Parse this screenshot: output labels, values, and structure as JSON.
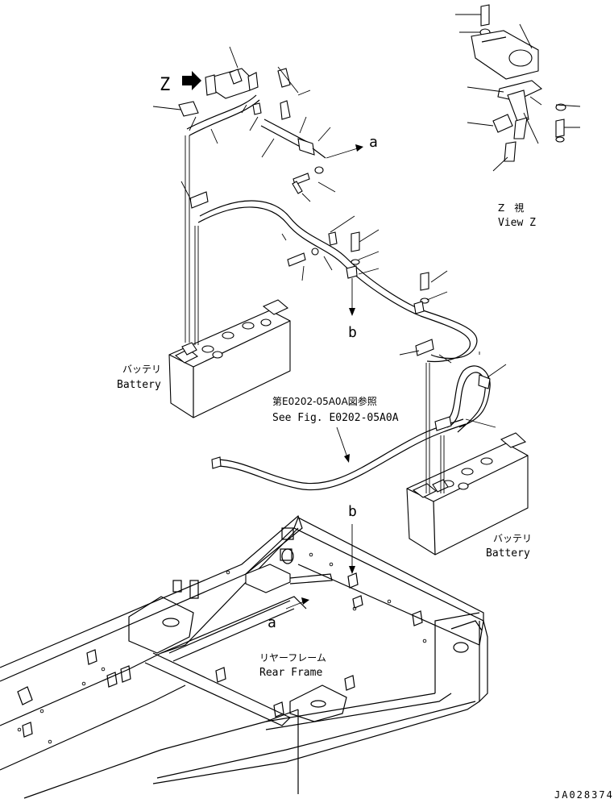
{
  "view_z": {
    "jp": "Z　視",
    "en": "View Z"
  },
  "battery_left": {
    "jp": "バッテリ",
    "en": "Battery"
  },
  "battery_right": {
    "jp": "バッテリ",
    "en": "Battery"
  },
  "reference": {
    "jp": "第E0202-05A0A図参照",
    "en": "See Fig. E0202-05A0A"
  },
  "rear_frame": {
    "jp": "リヤーフレーム",
    "en": "Rear Frame"
  },
  "markers": {
    "z": "Z",
    "a_top": "a",
    "a_bottom": "a",
    "b_top": "b",
    "b_bottom": "b"
  },
  "drawing_number": "JA028374"
}
